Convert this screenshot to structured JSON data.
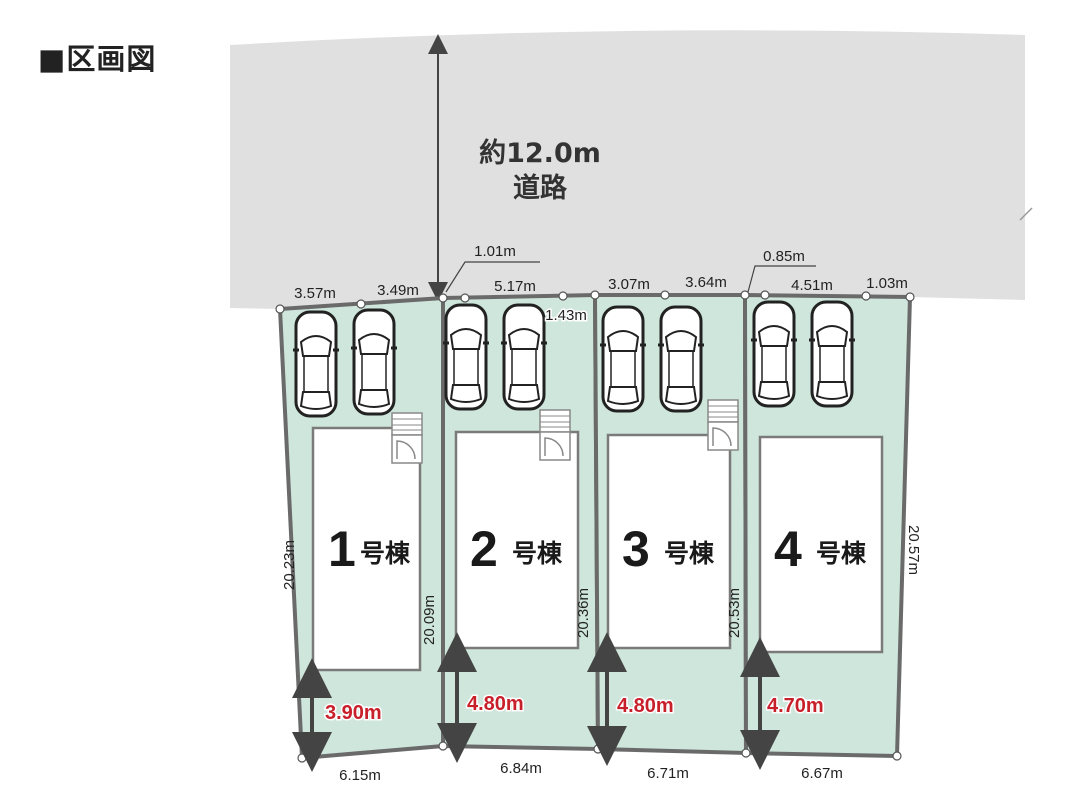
{
  "title": "■区画図",
  "road": {
    "width": "約12.0m",
    "label": "道路"
  },
  "frontage": {
    "d1": "3.57m",
    "d2": "3.49m",
    "d3": "1.01m",
    "d4": "5.17m",
    "d5": "1.43m",
    "d6": "3.07m",
    "d7": "3.64m",
    "d8": "0.85m",
    "d9": "4.51m",
    "d10": "1.03m"
  },
  "lots": [
    {
      "number": "1",
      "suffix": "号棟",
      "rear": "6.15m",
      "side": "20.09m",
      "outer_side": "20.23m",
      "garden": "3.90m"
    },
    {
      "number": "2",
      "suffix": "号棟",
      "rear": "6.84m",
      "side": "20.36m",
      "garden": "4.80m"
    },
    {
      "number": "3",
      "suffix": "号棟",
      "rear": "6.71m",
      "side": "20.53m",
      "garden": "4.80m"
    },
    {
      "number": "4",
      "suffix": "号棟",
      "rear": "6.67m",
      "side": "20.57m",
      "garden": "4.70m"
    }
  ],
  "colors": {
    "lot": "#cfe6dc",
    "road": "#e0e0e0",
    "accent": "#c8202a"
  }
}
